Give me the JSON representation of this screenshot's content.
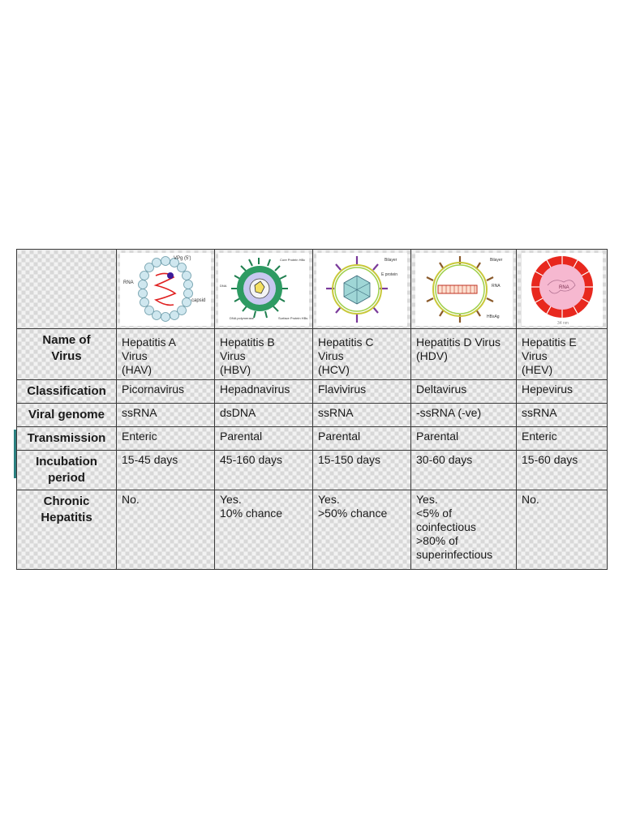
{
  "row_headers": {
    "name": [
      "Name of",
      "Virus"
    ],
    "classification": "Classification",
    "genome": "Viral genome",
    "transmission": "Transmission",
    "incubation": [
      "Incubation",
      "period"
    ],
    "chronic": [
      "Chronic",
      "Hepatitis"
    ]
  },
  "images": {
    "hav": {
      "labels": [
        "VPg (5')",
        "RNA",
        "capsid"
      ]
    },
    "hbv": {
      "labels": [
        "Core Protein HBc",
        "DNA",
        "DNA polymerase",
        "Surface Protein HBs"
      ]
    },
    "hcv": {
      "labels": [
        "Bilayer",
        "E protein"
      ]
    },
    "hdv": {
      "labels": [
        "Bilayer",
        "RNA",
        "HBsAg"
      ]
    },
    "hev": {
      "labels": [
        "RNA",
        "34 nm"
      ]
    }
  },
  "viruses": [
    {
      "name": [
        "Hepatitis A",
        "Virus",
        "(HAV)"
      ],
      "classification": "Picornavirus",
      "genome": "ssRNA",
      "transmission": "Enteric",
      "incubation": "15-45 days",
      "chronic": [
        "No."
      ]
    },
    {
      "name": [
        "Hepatitis B",
        "Virus",
        "(HBV)"
      ],
      "classification": "Hepadnavirus",
      "genome": "dsDNA",
      "transmission": "Parental",
      "incubation": "45-160 days",
      "chronic": [
        "Yes.",
        "10% chance"
      ]
    },
    {
      "name": [
        "Hepatitis C",
        "Virus",
        "(HCV)"
      ],
      "classification": "Flavivirus",
      "genome": "ssRNA",
      "transmission": "Parental",
      "incubation": "15-150 days",
      "chronic": [
        "Yes.",
        ">50% chance"
      ]
    },
    {
      "name": [
        "Hepatitis D Virus",
        "(HDV)"
      ],
      "classification": "Deltavirus",
      "genome": "-ssRNA (-ve)",
      "transmission": "Parental",
      "incubation": "30-60 days",
      "chronic": [
        "Yes.",
        "<5% of",
        "coinfectious",
        ">80% of",
        "superinfectious"
      ]
    },
    {
      "name": [
        "Hepatitis E",
        "Virus",
        "(HEV)"
      ],
      "classification": "Hepevirus",
      "genome": "ssRNA",
      "transmission": "Enteric",
      "incubation": "15-60 days",
      "chronic": [
        "No."
      ]
    }
  ]
}
